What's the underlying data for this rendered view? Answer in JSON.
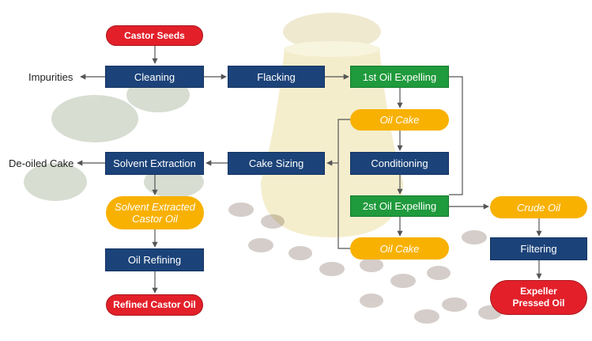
{
  "colors": {
    "process": "#1c4379",
    "expelling": "#1f9a3c",
    "byproduct": "#f8b100",
    "terminal": "#e3202a",
    "arrow": "#555555"
  },
  "nodes": {
    "castor_seeds": "Castor  Seeds",
    "cleaning": "Cleaning",
    "impurities": "Impurities",
    "flacking": "Flacking",
    "first_expelling": "1st Oil Expelling",
    "oil_cake_1": "Oil Cake",
    "conditioning": "Conditioning",
    "cake_sizing": "Cake Sizing",
    "solvent_extraction": "Solvent Extraction",
    "deoiled_cake": "De-oiled Cake",
    "solvent_extracted_oil": "Solvent Extracted\nCastor Oil",
    "oil_refining": "Oil Refining",
    "refined_castor_oil": "Refined Castor Oil",
    "second_expelling": "2st Oil Expelling",
    "oil_cake_2": "Oil Cake",
    "crude_oil": "Crude Oil",
    "filtering": "Filtering",
    "expeller_pressed_oil": "Expeller\nPressed Oil"
  }
}
